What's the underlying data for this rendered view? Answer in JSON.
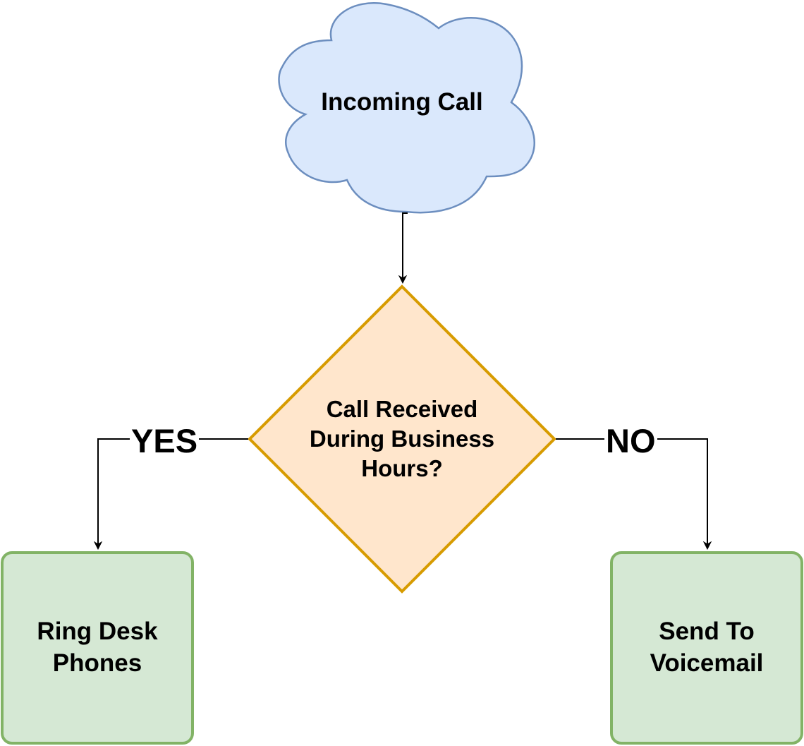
{
  "nodes": {
    "start": {
      "label": "Incoming Call",
      "shape": "cloud",
      "fill": "#dae8fc",
      "stroke": "#6c8ebf"
    },
    "decision": {
      "label": "Call Received\nDuring Business\nHours?",
      "shape": "diamond",
      "fill": "#ffe6cc",
      "stroke": "#d79b00"
    },
    "yes_branch": {
      "label": "Ring Desk\nPhones",
      "shape": "rounded-rectangle",
      "fill": "#d5e8d4",
      "stroke": "#82b366"
    },
    "no_branch": {
      "label": "Send To\nVoicemail",
      "shape": "rounded-rectangle",
      "fill": "#d5e8d4",
      "stroke": "#82b366"
    }
  },
  "edges": {
    "start_to_decision": {
      "from": "Incoming Call",
      "to": "Call Received During Business Hours?"
    },
    "decision_to_yes": {
      "from": "Call Received During Business Hours?",
      "to": "Ring Desk Phones",
      "label": "YES"
    },
    "decision_to_no": {
      "from": "Call Received During Business Hours?",
      "to": "Send To Voicemail",
      "label": "NO"
    }
  }
}
